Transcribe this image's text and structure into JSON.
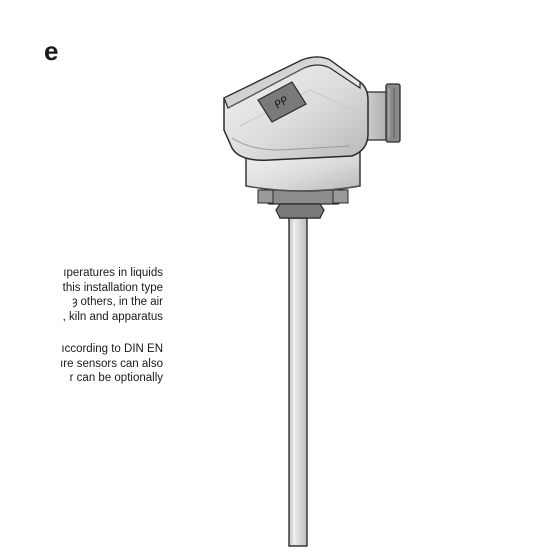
{
  "heading": "e",
  "paragraphs": [
    {
      "lines": [
        "ıperatures in liquids",
        "this installation type",
        "ȝ others, in the air",
        ", kiln and apparatus"
      ]
    },
    {
      "lines": [
        "ıccording to DIN EN",
        "ıre sensors can also",
        "r can be optionally"
      ]
    }
  ],
  "illustration": {
    "label": "ᑭᑭ"
  },
  "colors": {
    "housing_light": "#e4e4e4",
    "housing_shade": "#b5b5b5",
    "outline": "#2a2a2a",
    "badge": "#7a7a7a",
    "probe": "#d4d4d4"
  }
}
